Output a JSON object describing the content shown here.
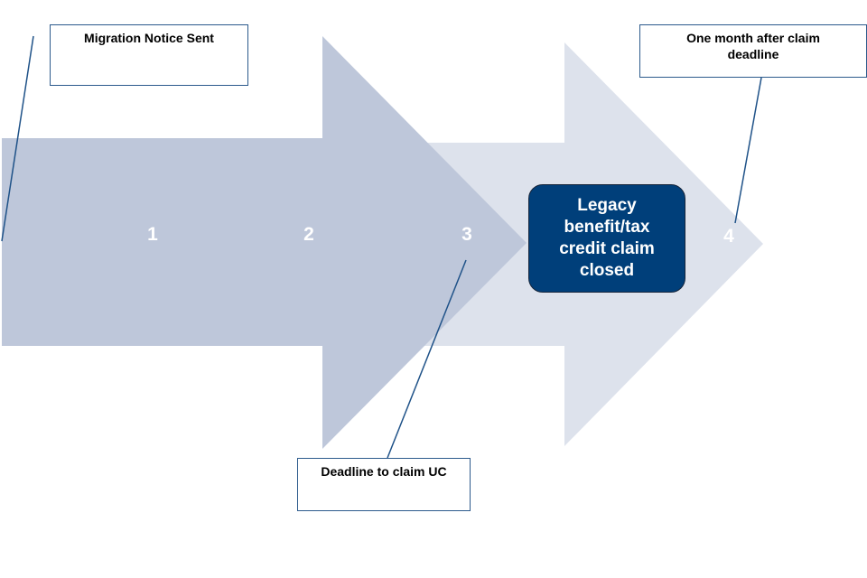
{
  "diagram": {
    "type": "timeline-arrows",
    "colors": {
      "arrow_primary": "#bec7da",
      "arrow_secondary": "#dde2ec",
      "callout_line": "#1f5288",
      "closed_box_fill": "#003f7a",
      "number_text": "#ffffff"
    },
    "steps": [
      {
        "number": "1"
      },
      {
        "number": "2"
      },
      {
        "number": "3"
      },
      {
        "number": "4"
      }
    ],
    "callouts": [
      {
        "label": "Migration Notice Sent",
        "points_to_step": "1"
      },
      {
        "label": "Deadline to claim UC",
        "points_to_step": "3"
      },
      {
        "label": "One month after claim deadline",
        "points_to_step": "4"
      }
    ],
    "outcome_box": {
      "label": "Legacy benefit/tax credit claim closed"
    }
  }
}
